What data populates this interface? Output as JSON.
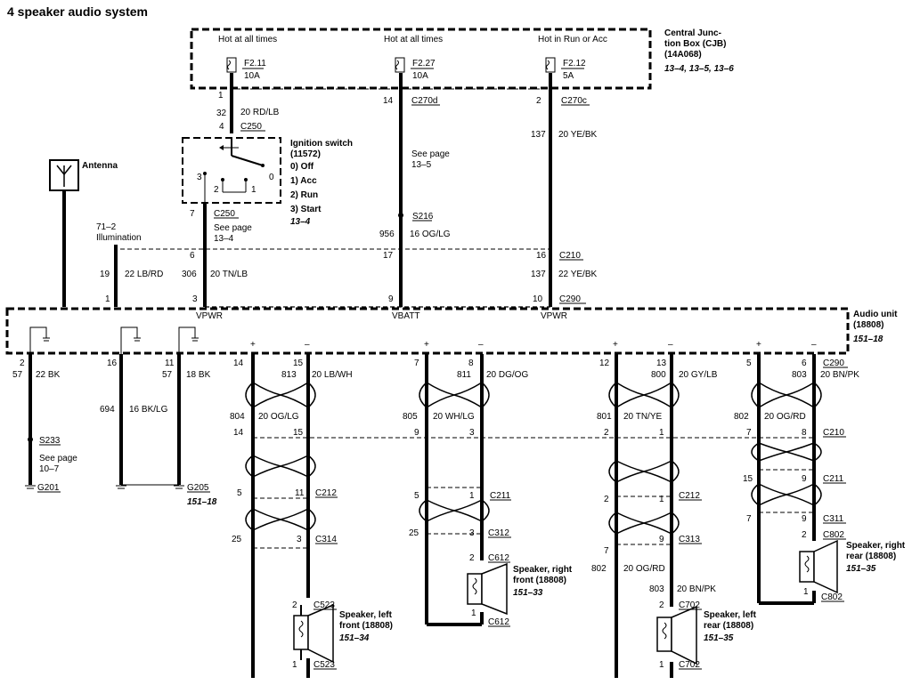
{
  "title": "4 speaker audio system",
  "cjb": {
    "name": "Central Junc-\ntion Box (CJB)\n(14A068)",
    "pages": "13–4, 13–5, 13–6",
    "hot1": "Hot at all times",
    "hot2": "Hot at all times",
    "hot3": "Hot in Run or Acc",
    "f1": "F2.11",
    "f1a": "10A",
    "f2": "F2.27",
    "f2a": "10A",
    "f3": "F2.12",
    "f3a": "5A"
  },
  "ign": {
    "name": "Ignition switch\n(11572)",
    "pos0": "0)   Off",
    "pos1": "1)   Acc",
    "pos2": "2)   Run",
    "pos3": "3)   Start",
    "page": "13–4",
    "n3": "3",
    "n2": "2",
    "n1": "1",
    "n0": "0"
  },
  "antenna": "Antenna",
  "illum": "71–2\nIllumination",
  "labels": {
    "l1": "1",
    "l32": "32",
    "c20rdlb": "20 RD/LB",
    "l4": "4",
    "c250": "C250",
    "l14": "14",
    "c270d": "C270d",
    "l2": "2",
    "c270c": "C270c",
    "l137": "137",
    "c20yebk": "20 YE/BK",
    "seepage135": "See page\n13–5",
    "s216": "S216",
    "l956": "956",
    "c16oglg": "16 OG/LG",
    "l7": "7",
    "c250b": "C250",
    "seepage134": "See page\n13–4",
    "l6": "6",
    "l17": "17",
    "l16": "16",
    "c210": "C210",
    "l19": "19",
    "c22lbrd": "22 LB/RD",
    "l306": "306",
    "c20tnlb": "20 TN/LB",
    "l137b": "137",
    "c22yebk": "22 YE/BK",
    "l1b": "1",
    "l3": "3",
    "l9": "9",
    "l10": "10",
    "c290": "C290",
    "vpwr1": "VPWR",
    "vbatt": "VBATT",
    "vpwr2": "VPWR",
    "audio": "Audio unit\n(18808)",
    "audiopage": "151–18"
  },
  "lower": {
    "p2": "2",
    "p57": "57",
    "c22bk": "22 BK",
    "p16": "16",
    "p694": "694",
    "c16bklg": "16 BK/LG",
    "p11": "11",
    "p57b": "57",
    "c18bk": "18 BK",
    "s233": "S233",
    "seepage107": "See page\n10–7",
    "g201": "G201",
    "g205": "G205",
    "g205page": "151–18",
    "a14": "14",
    "a15": "15",
    "a813": "813",
    "a20lbwh": "20 LB/WH",
    "a804": "804",
    "a20oglg": "20 OG/LG",
    "a14b": "14",
    "a15b": "15",
    "a5": "5",
    "a11": "11",
    "c212": "C212",
    "a25": "25",
    "a3": "3",
    "c314": "C314",
    "a2": "2",
    "c523": "C523",
    "a1": "1",
    "c523b": "C523",
    "spk_lf": "Speaker, left\nfront (18808)",
    "spk_lf_page": "151–34",
    "b7": "7",
    "b8": "8",
    "b811": "811",
    "b20dgog": "20 DG/OG",
    "b805": "805",
    "b20whlg": "20 WH/LG",
    "b9": "9",
    "b3": "3",
    "b5": "5",
    "b1": "1",
    "c211": "C211",
    "b25": "25",
    "b3b": "3",
    "c312": "C312",
    "b2": "2",
    "c612": "C612",
    "b1b": "1",
    "c612b": "C612",
    "spk_rf": "Speaker, right\nfront (18808)",
    "spk_rf_page": "151–33",
    "d12": "12",
    "d13": "13",
    "d800": "800",
    "d20gylb": "20 GY/LB",
    "d801": "801",
    "d20tnye": "20 TN/YE",
    "d2": "2",
    "d1": "1",
    "d2b": "2",
    "d1b": "1",
    "c212b": "C212",
    "d7": "7",
    "d9": "9",
    "c313": "C313",
    "d802": "802",
    "d20ogrd": "20 OG/RD",
    "d803": "803",
    "d20bnpk": "20 BN/PK",
    "d2c": "2",
    "c702": "C702",
    "d1c": "1",
    "c702b": "C702",
    "spk_lr": "Speaker, left\nrear (18808)",
    "spk_lr_page": "151–35",
    "e5": "5",
    "e6": "6",
    "c290b": "C290",
    "e803": "803",
    "e20bnpk": "20 BN/PK",
    "e802": "802",
    "e20ogrd": "20 OG/RD",
    "e7": "7",
    "e8": "8",
    "c210b": "C210",
    "e15": "15",
    "e9": "9",
    "c211b": "C211",
    "e7b": "7",
    "e9b": "9",
    "c311": "C311",
    "e2": "2",
    "c802": "C802",
    "e1": "1",
    "c802b": "C802",
    "spk_rr": "Speaker, right\nrear (18808)",
    "spk_rr_page": "151–35",
    "plus": "+",
    "minus": "–"
  }
}
